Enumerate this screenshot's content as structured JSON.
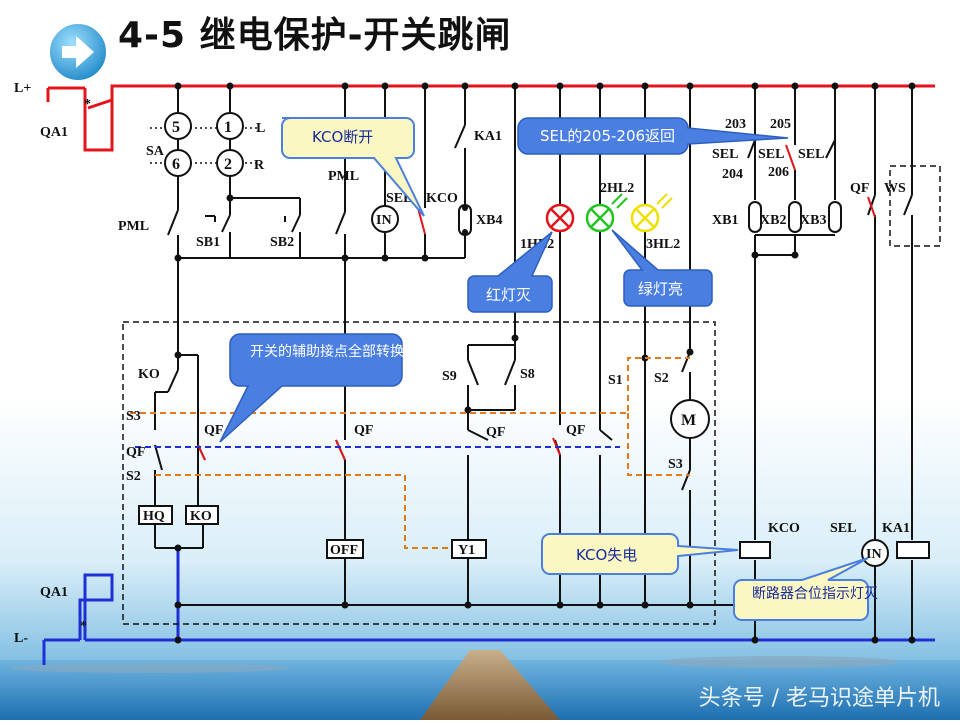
{
  "slide": {
    "title": "4-5   继电保护-开关跳闸",
    "watermark": "头条号 / 老马识途单片机"
  },
  "callouts": {
    "kco_off": "KCO断开",
    "sel_return": "SEL的205-206返回",
    "red_off": "红灯灭",
    "green_on": "绿灯亮",
    "aux_contacts": "开关的辅助接点全部转换",
    "kco_deenergized": "KCO失电",
    "breaker_indicator": "断路器合位指示灯灭"
  },
  "labels": {
    "l_plus": "L+",
    "l_minus": "L-",
    "qa1_top": "QA1",
    "qa1_bottom": "QA1",
    "sa": "SA",
    "t5": "5",
    "t1": "1",
    "t6": "6",
    "t2": "2",
    "l": "L",
    "r": "R",
    "pml_left": "PML",
    "pml_right": "PML",
    "sb1": "SB1",
    "sb2": "SB2",
    "sel_in": "SEL",
    "in_top": "IN",
    "kco_top": "KCO",
    "ka1_top": "KA1",
    "xb4": "XB4",
    "hl1": "1HL2",
    "hl2": "2HL2",
    "hl3": "3HL2",
    "n203": "203",
    "n205": "205",
    "n204": "204",
    "n206": "206",
    "sel1": "SEL",
    "sel2": "SEL",
    "sel3": "SEL",
    "qf_top": "QF",
    "ws": "WS",
    "xb1": "XB1",
    "xb2": "XB2",
    "xb3": "XB3",
    "ko": "KO",
    "s3_left": "S3",
    "qf_left": "QF",
    "s2_left": "S2",
    "qf_a": "QF",
    "qf_b": "QF",
    "hq": "HQ",
    "ko_box": "KO",
    "off": "OFF",
    "s9": "S9",
    "s8": "S8",
    "qf_c": "QF",
    "y1": "Y1",
    "qf_d": "QF",
    "s1": "S1",
    "s2_right": "S2",
    "m": "M",
    "s3_right": "S3",
    "kco_bottom": "KCO",
    "sel_bottom": "SEL",
    "ka1_bottom": "KA1",
    "in_bottom": "IN"
  },
  "colors": {
    "bus_red": "#e3141b",
    "bus_blue": "#1f2fd6",
    "wire": "#111111",
    "dash_orange": "#e07a1c",
    "dash_blue": "#1f2fd6",
    "callout_yellow": "#fbf7c2",
    "callout_blue": "#4a7ee0",
    "lamp_red": "#e3141b",
    "lamp_green": "#22c422",
    "lamp_yellow": "#f0e000"
  },
  "icons": {
    "nav": "right-arrow-icon"
  }
}
